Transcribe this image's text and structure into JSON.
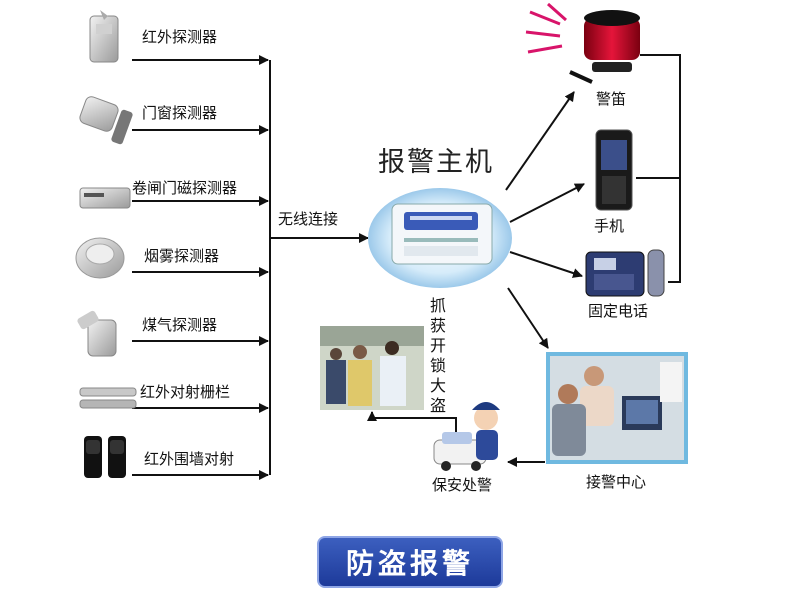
{
  "detectors": [
    {
      "label": "红外探测器",
      "icon": "infrared-detector-icon"
    },
    {
      "label": "门窗探测器",
      "icon": "door-window-detector-icon"
    },
    {
      "label": "卷闸门磁探测器",
      "icon": "rolling-door-magnetic-detector-icon"
    },
    {
      "label": "烟雾探测器",
      "icon": "smoke-detector-icon"
    },
    {
      "label": "煤气探测器",
      "icon": "gas-detector-icon"
    },
    {
      "label": "红外对射栅栏",
      "icon": "infrared-beam-fence-icon"
    },
    {
      "label": "红外围墙对射",
      "icon": "infrared-wall-beam-icon"
    }
  ],
  "connection_label": "无线连接",
  "host": {
    "title": "报警主机",
    "icon": "alarm-host-device-icon"
  },
  "outputs": [
    {
      "label": "警笛",
      "icon": "siren-icon"
    },
    {
      "label": "手机",
      "icon": "mobile-phone-icon"
    },
    {
      "label": "固定电话",
      "icon": "landline-phone-icon"
    }
  ],
  "center": {
    "label": "接警中心",
    "icon": "alarm-center-photo"
  },
  "police": {
    "label": "保安处警",
    "icon": "police-car-icon"
  },
  "capture": {
    "label": "抓获开锁大盗",
    "icon": "arrest-photo"
  },
  "footer_title": "防盗报警",
  "colors": {
    "arrow": "#111111",
    "footer_bg": "#2547ad",
    "host_glow": "#d6ecfa"
  }
}
